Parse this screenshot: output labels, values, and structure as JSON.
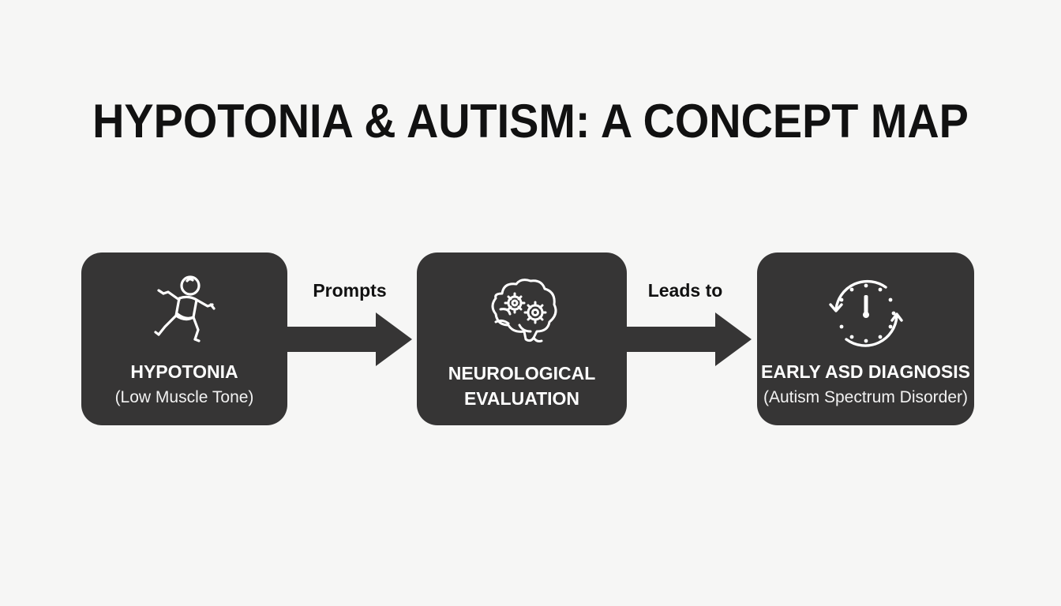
{
  "title": "HYPOTONIA & AUTISM: A CONCEPT MAP",
  "colors": {
    "background": "#f6f6f5",
    "node_fill": "#363535",
    "arrow_fill": "#363535",
    "text_dark": "#111111",
    "text_light": "#ffffff"
  },
  "nodes": [
    {
      "icon": "baby-icon",
      "label": "HYPOTONIA",
      "sub": "(Low Muscle Tone)"
    },
    {
      "icon": "brain-gears-icon",
      "label_line1": "NEUROLOGICAL",
      "label_line2": "EVALUATION"
    },
    {
      "icon": "clock-cycle-icon",
      "label": "EARLY ASD DIAGNOSIS",
      "sub": "(Autism Spectrum Disorder)"
    }
  ],
  "edges": [
    {
      "from": 0,
      "to": 1,
      "label": "Prompts"
    },
    {
      "from": 1,
      "to": 2,
      "label": "Leads to"
    }
  ]
}
